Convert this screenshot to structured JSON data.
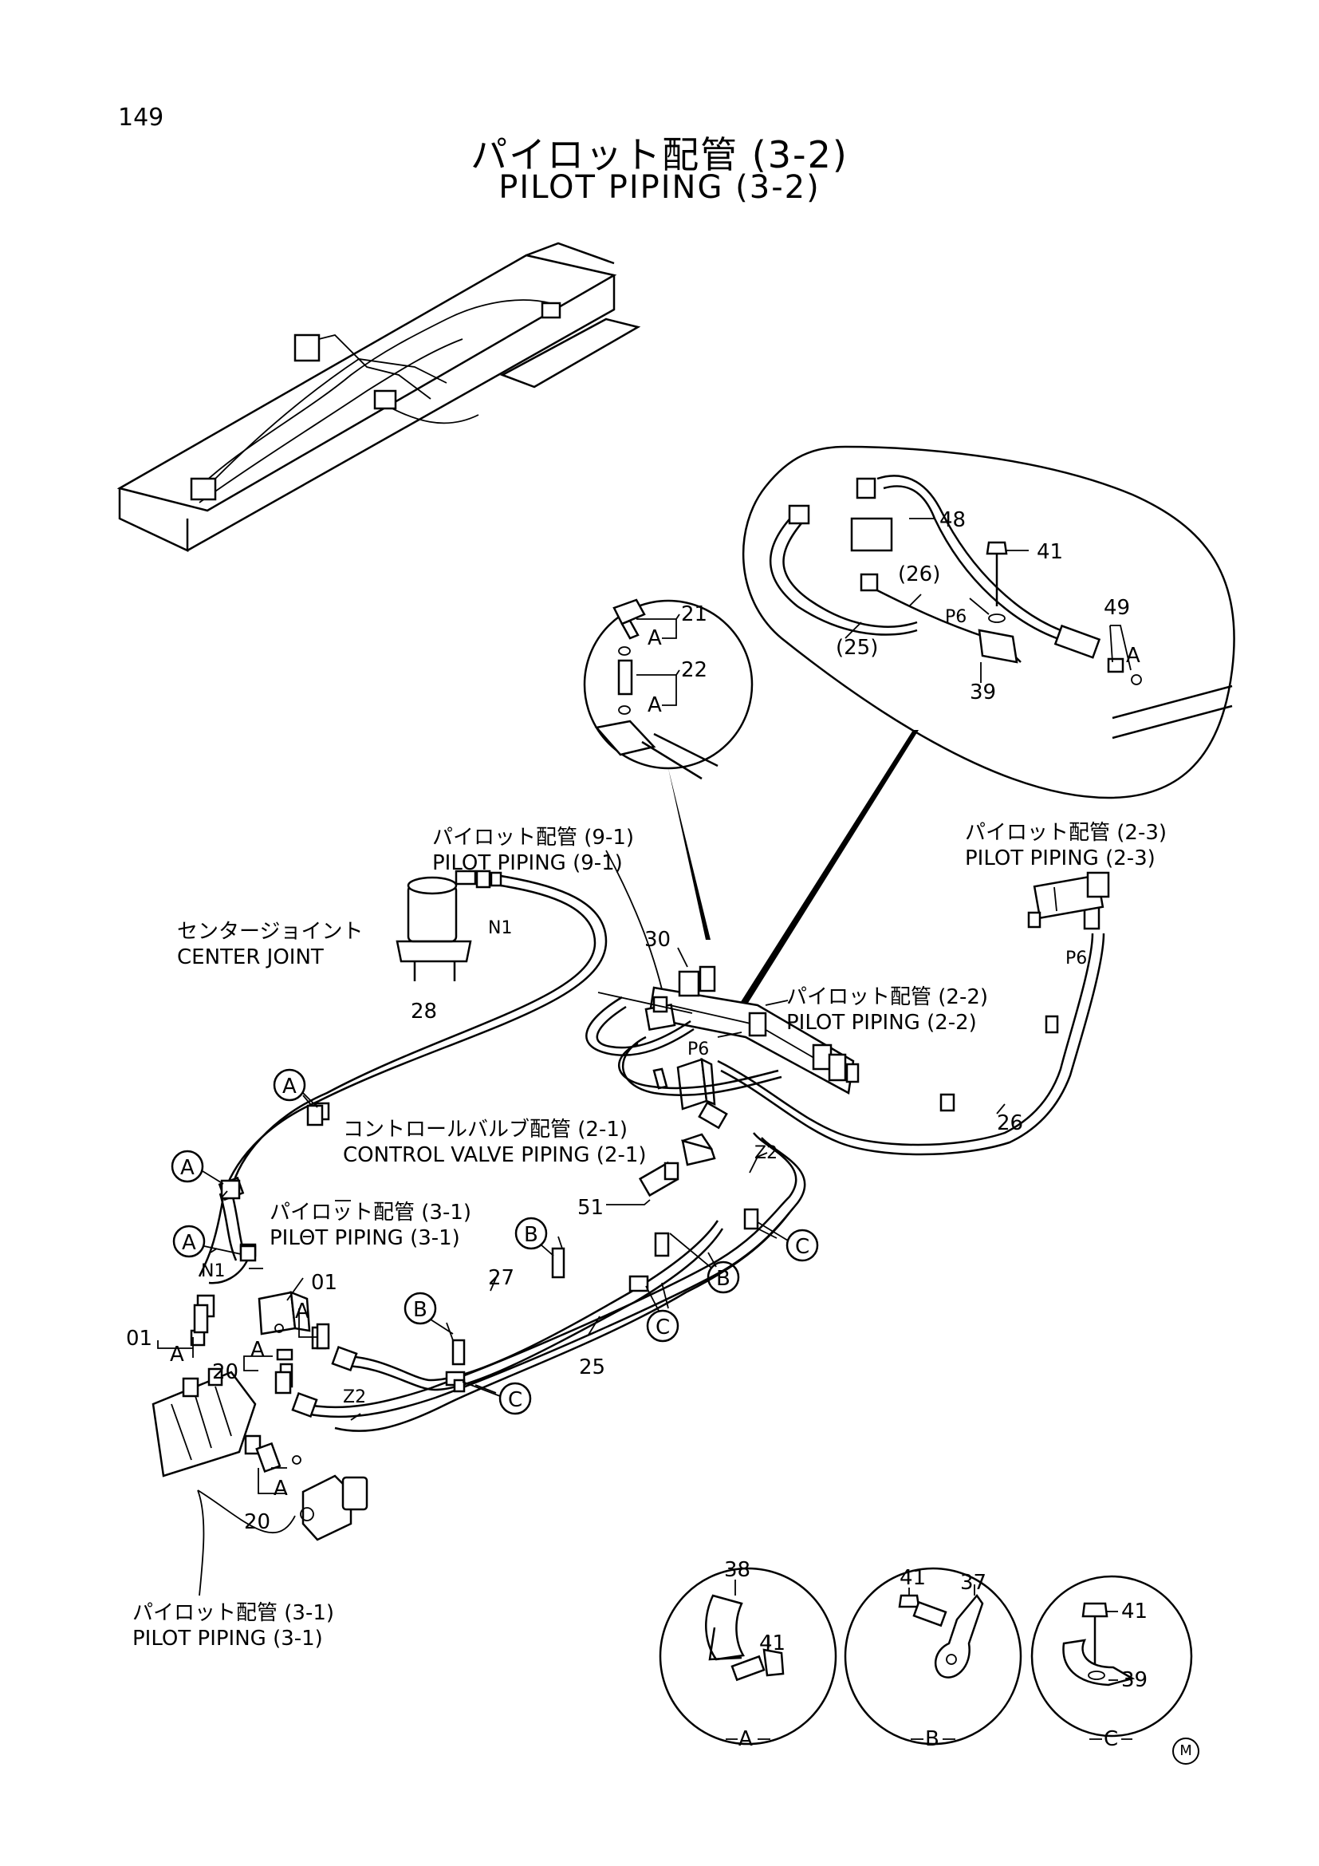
{
  "page_number": "149",
  "title_jp": "パイロット配管 (3-2)",
  "title_en": "PILOT PIPING (3-2)",
  "callouts": {
    "pp91_jp": "パイロット配管 (9-1)",
    "pp91_en": "PILOT PIPING (9-1)",
    "pp23_jp": "パイロット配管 (2-3)",
    "pp23_en": "PILOT PIPING (2-3)",
    "pp22_jp": "パイロット配管 (2-2)",
    "pp22_en": "PILOT PIPING (2-2)",
    "cj_jp": "センタージョイント",
    "cj_en": "CENTER JOINT",
    "cvp_jp": "コントロールバルブ配管 (2-1)",
    "cvp_en": "CONTROL VALVE PIPING (2-1)",
    "pp31a_jp": "パイロット配管 (3-1)",
    "pp31a_en": "PILOT PIPING (3-1)",
    "pp31b_jp": "パイロット配管 (3-1)",
    "pp31b_en": "PILOT PIPING (3-1)"
  },
  "part_numbers": {
    "n21": "21",
    "n22": "22",
    "n48": "48",
    "n41": "41",
    "n26p": "(26)",
    "n25p": "(25)",
    "n49": "49",
    "n39": "39",
    "n30": "30",
    "n28": "28",
    "n26": "26",
    "n51": "51",
    "n27": "27",
    "n25": "25",
    "n01a": "01",
    "n01b": "01",
    "n20a": "20",
    "n20b": "20",
    "d38": "38",
    "d41a": "41",
    "d41b": "41",
    "d37": "37",
    "d41c": "41",
    "d39": "39"
  },
  "port_labels": {
    "N1a": "N1",
    "N1b": "N1",
    "P6a": "P6",
    "P6b": "P6",
    "P6c": "P6",
    "Z2a": "Z2",
    "Z2b": "Z2"
  },
  "clamp_letters": {
    "A": "A",
    "B": "B",
    "C": "C"
  },
  "detail_labels": {
    "A": "A",
    "B": "B",
    "C": "C"
  },
  "logo": "M"
}
